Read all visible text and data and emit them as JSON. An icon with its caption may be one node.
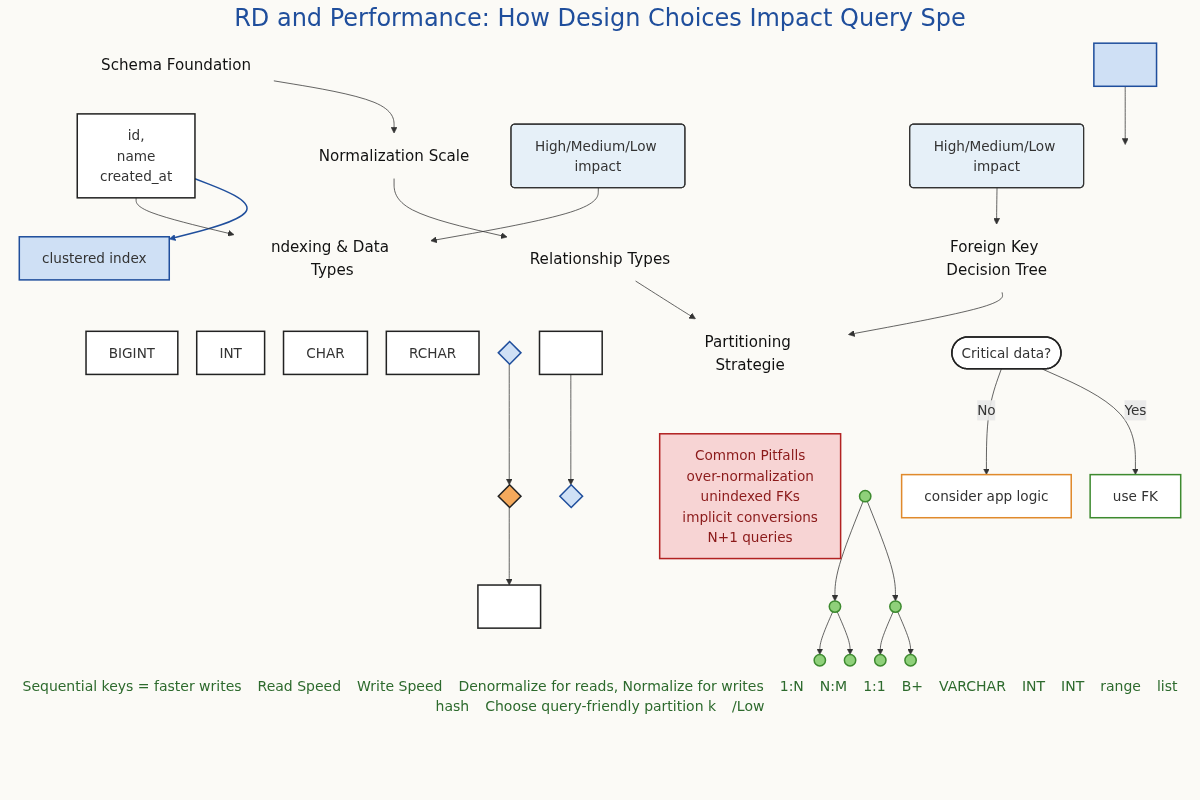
{
  "diagram": {
    "title": "RD and Performance: How Design Choices Impact Query Spe",
    "nodes": [
      {
        "text": [
          "Schema Foundation"
        ]
      },
      {
        "text": [
          "id,",
          "name",
          "created_at"
        ]
      },
      {
        "text": [
          "clustered index"
        ]
      },
      {
        "text": [
          "Normalization Scale"
        ]
      },
      {
        "text": [
          "Relationship Types"
        ]
      },
      {
        "text": [],
        "shape": "box"
      },
      {
        "text": [],
        "shape": "diamond"
      },
      {
        "text": [],
        "shape": "diamond"
      },
      {
        "text": [],
        "shape": "diamond"
      },
      {
        "text": [],
        "shape": "box"
      },
      {
        "text": [],
        "shape": "box"
      },
      {
        "text": [
          "ndexing & Data Types"
        ]
      },
      {
        "text": [
          "High/Medium/Low impact"
        ]
      },
      {
        "text": [
          "RCHAR"
        ]
      },
      {
        "text": [
          "CHAR"
        ]
      },
      {
        "text": [
          "INT"
        ]
      },
      {
        "text": [
          "BIGINT"
        ]
      },
      {
        "text": [],
        "shape": "circle"
      },
      {
        "text": [],
        "shape": "circle"
      },
      {
        "text": [],
        "shape": "circle"
      },
      {
        "text": [],
        "shape": "circle"
      },
      {
        "text": [],
        "shape": "circle"
      },
      {
        "text": [],
        "shape": "circle"
      },
      {
        "text": [],
        "shape": "circle"
      },
      {
        "text": [
          "Foreign Key Decision Tree"
        ]
      },
      {
        "text": [
          "High/Medium/Low impact"
        ]
      },
      {
        "text": [
          "Critical data?"
        ]
      },
      {
        "text": [
          "use FK"
        ]
      },
      {
        "text": [
          "consider app logic"
        ]
      },
      {
        "text": [
          "Partitioning Strategie"
        ]
      },
      {
        "text": [
          "Common Pitfalls",
          "over-normalization",
          "unindexed FKs",
          "implicit conversions",
          "N+1 queries"
        ]
      }
    ],
    "edges": [
      {
        "from": 0,
        "to": 3,
        "arrow": "to"
      },
      {
        "from": 3,
        "to": 4,
        "arrow": "to"
      },
      {
        "from": 1,
        "to": 2,
        "arrow": "to",
        "color": "#1f4e9c"
      },
      {
        "from": 1,
        "to": 11,
        "arrow": "to"
      },
      {
        "from": 5,
        "to": 6,
        "arrow": "to"
      },
      {
        "from": 7,
        "to": 8,
        "arrow": "to"
      },
      {
        "from": 8,
        "to": 9,
        "arrow": "to"
      },
      {
        "from": 10,
        "to": null,
        "arrow": "to"
      },
      {
        "from": 12,
        "to": 11,
        "arrow": "to"
      },
      {
        "from": 17,
        "to": 18,
        "arrow": "to"
      },
      {
        "from": 17,
        "to": 19,
        "arrow": "to"
      },
      {
        "from": 18,
        "to": 20,
        "arrow": "to"
      },
      {
        "from": 18,
        "to": 21,
        "arrow": "to"
      },
      {
        "from": 19,
        "to": 22,
        "arrow": "to"
      },
      {
        "from": 19,
        "to": 23,
        "arrow": "to"
      },
      {
        "from": 25,
        "to": 24,
        "arrow": "to"
      },
      {
        "from": 26,
        "to": 27,
        "label": "Yes",
        "arrow": "to"
      },
      {
        "from": 26,
        "to": 28,
        "label": "No",
        "arrow": "to"
      },
      {
        "from": 24,
        "to": 29,
        "arrow": "to"
      },
      {
        "from": 4,
        "to": 29,
        "arrow": "to"
      }
    ],
    "labels": [
      "Sequential keys = faster writes",
      "Read Speed",
      "Write Speed",
      "Denormalize for reads, Normalize for writes",
      "1:N",
      "N:M",
      "1:1",
      "B+",
      "VARCHAR",
      "INT",
      "INT",
      "range",
      "list",
      "hash",
      "Choose query-friendly partition k",
      "/Low"
    ]
  }
}
